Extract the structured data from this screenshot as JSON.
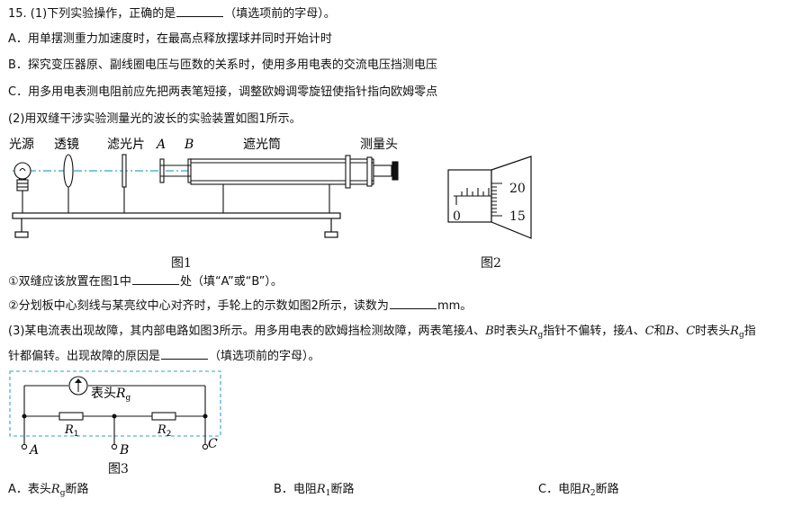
{
  "q15": {
    "stem_prefix": "15. (1)下列实验操作，正确的是",
    "stem_suffix": "（填选项前的字母）。",
    "options": [
      "A．用单摆测重力加速度时，在最高点释放摆球并同时开始计时",
      "B．探究变压器原、副线圈电压与匝数的关系时，使用多用电表的交流电压挡测电压",
      "C．用多用电表测电阻前应先把两表笔短接，调整欧姆调零旋钮使指针指向欧姆零点"
    ],
    "part2_intro": "(2)用双缝干涉实验测量光的波长的实验装置如图1所示。",
    "fig1": {
      "labels": [
        "光源",
        "透镜",
        "滤光片",
        "A",
        "B",
        "遮光筒",
        "测量头"
      ],
      "caption": "图1"
    },
    "fig2": {
      "ticks": [
        "20",
        "15",
        "0"
      ],
      "caption": "图2"
    },
    "q2_1_prefix": "①双缝应该放置在图1中",
    "q2_1_suffix": "处（填“A”或“B”）。",
    "q2_2_prefix": "②分划板中心刻线与某亮纹中心对齐时，手轮上的示数如图2所示，读数为",
    "q2_2_suffix": "mm。",
    "part3_text_a": "(3)某电流表出现故障，其内部电路如图3所示。用多用电表的欧姆挡检测故障，两表笔接",
    "part3_text_b": "时表头",
    "part3_text_c": "指针不偏转，接",
    "part3_text_d": "和",
    "part3_text_e": "时表头",
    "part3_text_f": "指",
    "part3_cont_prefix": "针都偏转。出现故障的原因是",
    "part3_cont_suffix": "（填选项前的字母）。",
    "sym": {
      "A": "A",
      "B": "B",
      "C": "C",
      "R": "R",
      "g": "g",
      "sep": "、"
    },
    "fig3": {
      "meter_label": "表头",
      "r1": "R",
      "r1_sub": "1",
      "r2": "R",
      "r2_sub": "2",
      "terminals": [
        "A",
        "B",
        "C"
      ],
      "caption": "图3"
    },
    "answers": {
      "a_prefix": "A．表头",
      "a_sym": "R",
      "a_sub": "g",
      "a_suffix": "断路",
      "b_prefix": "B．电阻",
      "b_sym": "R",
      "b_sub": "1",
      "b_suffix": "断路",
      "c_prefix": "C．电阻",
      "c_sym": "R",
      "c_sub": "2",
      "c_suffix": "断路"
    }
  }
}
